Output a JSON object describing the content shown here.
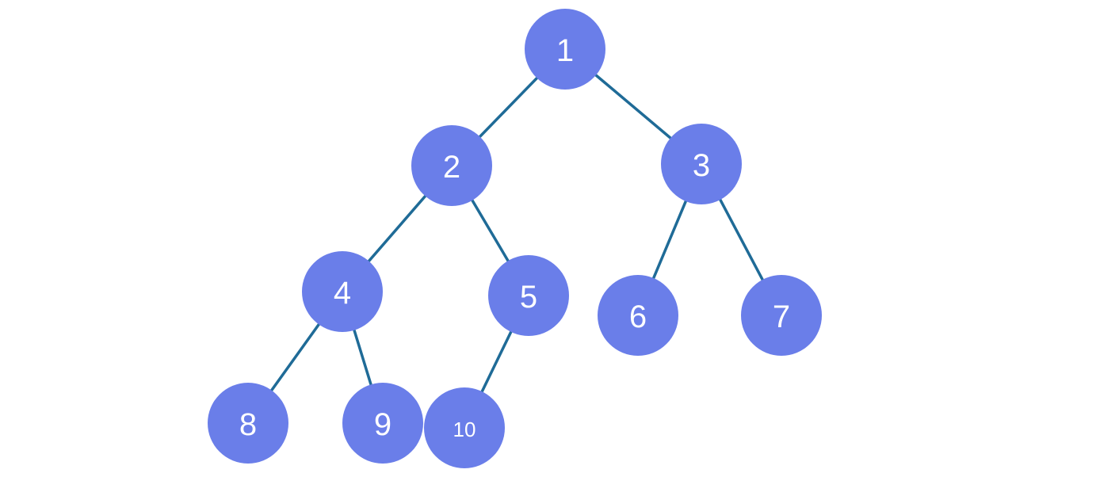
{
  "diagram": {
    "type": "binary-tree",
    "colors": {
      "node_fill": "#6a7ee9",
      "edge": "#1f6b97",
      "label": "#ffffff"
    },
    "nodes": [
      {
        "id": "n1",
        "label": "1"
      },
      {
        "id": "n2",
        "label": "2"
      },
      {
        "id": "n3",
        "label": "3"
      },
      {
        "id": "n4",
        "label": "4"
      },
      {
        "id": "n5",
        "label": "5"
      },
      {
        "id": "n6",
        "label": "6"
      },
      {
        "id": "n7",
        "label": "7"
      },
      {
        "id": "n8",
        "label": "8"
      },
      {
        "id": "n9",
        "label": "9"
      },
      {
        "id": "n10",
        "label": "10"
      }
    ],
    "edges": [
      {
        "from": "n1",
        "to": "n2"
      },
      {
        "from": "n1",
        "to": "n3"
      },
      {
        "from": "n2",
        "to": "n4"
      },
      {
        "from": "n2",
        "to": "n5"
      },
      {
        "from": "n3",
        "to": "n6"
      },
      {
        "from": "n3",
        "to": "n7"
      },
      {
        "from": "n4",
        "to": "n8"
      },
      {
        "from": "n4",
        "to": "n9"
      },
      {
        "from": "n5",
        "to": "n10"
      }
    ]
  }
}
